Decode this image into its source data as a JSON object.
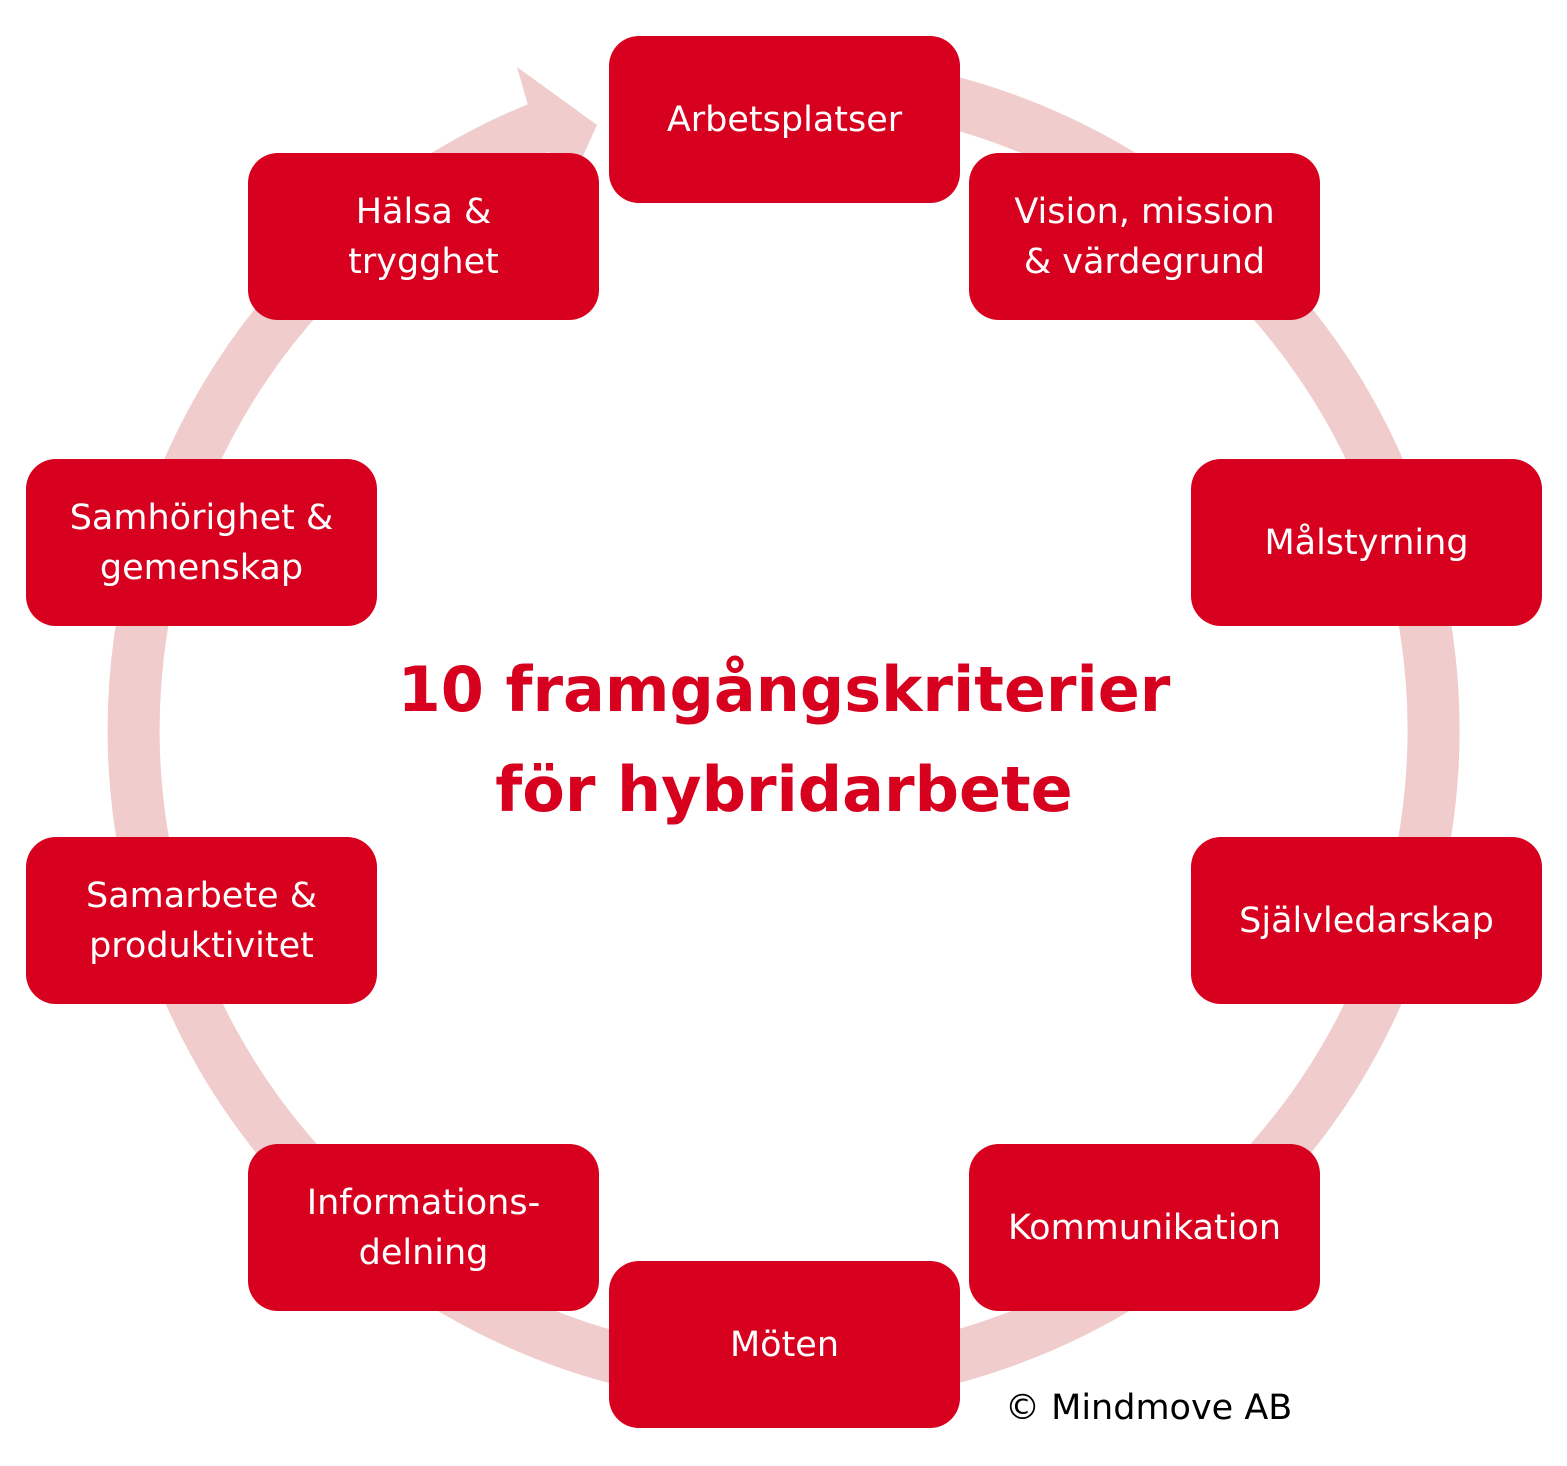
{
  "title": {
    "line1": "10 framgångskriterier",
    "line2": "för hybridarbete"
  },
  "criteria": [
    {
      "label": "Arbetsplatser"
    },
    {
      "label": "Vision, mission\n& värdegrund"
    },
    {
      "label": "Målstyrning"
    },
    {
      "label": "Självledarskap"
    },
    {
      "label": "Kommunikation"
    },
    {
      "label": "Möten"
    },
    {
      "label": "Informations-\ndelning"
    },
    {
      "label": "Samarbete &\nproduktivitet"
    },
    {
      "label": "Samhörighet &\ngemenskap"
    },
    {
      "label": "Hälsa &\ntrygghet"
    }
  ],
  "copyright": "© Mindmove AB",
  "colors": {
    "accent": "#D7001E",
    "ring": "#F0CCCC"
  }
}
